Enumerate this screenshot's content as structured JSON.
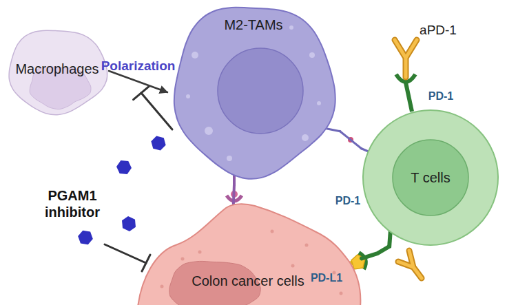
{
  "diagram": {
    "nodes": [
      {
        "text": [
          "Macrophages"
        ]
      },
      {
        "text": [
          "M2-TAMs"
        ]
      },
      {
        "text": [
          "T cells"
        ]
      },
      {
        "text": [
          "Colon cancer cells"
        ]
      }
    ],
    "edges": [
      {
        "from": 0,
        "to": 1,
        "label": "Polarization",
        "arrow": "to"
      },
      {
        "from": 1,
        "to": 3,
        "arrow": "none"
      },
      {
        "from": 1,
        "to": 2,
        "arrow": "none"
      },
      {
        "from": 2,
        "to": 3,
        "arrow": "none"
      }
    ],
    "labels": [
      "PGAM1 inhibitor",
      "aPD-1",
      "PD-1",
      "PD-1",
      "PD-L1"
    ]
  }
}
